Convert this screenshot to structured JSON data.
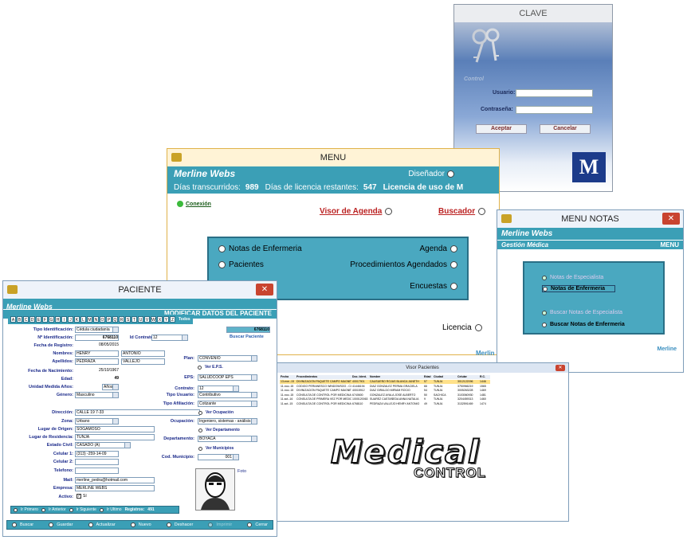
{
  "clave": {
    "title": "CLAVE",
    "control": "Control",
    "usuario_label": "Usuario:",
    "contrasena_label": "Contraseña:",
    "aceptar": "Aceptar",
    "cancelar": "Cancelar",
    "logo_letter": "M"
  },
  "menu": {
    "title": "MENU",
    "brand": "Merline Webs",
    "disenador": "Diseñador",
    "dias_label": "Días transcurridos:",
    "dias_value": "989",
    "licencia_label": "Días de licencia restantes:",
    "licencia_value": "547",
    "licencia_uso": "Licencia de uso de M",
    "conexion": "Conexión",
    "visor_agenda": "Visor de Agenda",
    "buscador": "Buscador",
    "notas_enfermeria": "Notas de Enfermeria",
    "agenda": "Agenda",
    "pacientes": "Pacientes",
    "procedimientos": "Procedimientos Agendados",
    "encuestas": "Encuestas",
    "licencia": "Licencia",
    "merline": "Merlin"
  },
  "notas": {
    "title": "MENU NOTAS",
    "brand": "Merline Webs",
    "gestion": "Gestión Médica",
    "menu": "MENU",
    "items": [
      "Notas de Especialista",
      "Notas de Enfermeria",
      "Buscar Notas de Especialista",
      "Buscar Notas de Enfermeria"
    ],
    "footer": "Merline"
  },
  "paciente": {
    "title": "PACIENTE",
    "brand": "Merline Webs",
    "heading": "MODIFICAR DATOS DEL PACIENTE",
    "letters": [
      "A",
      "B",
      "C",
      "D",
      "E",
      "F",
      "G",
      "H",
      "I",
      "J",
      "K",
      "L",
      "M",
      "N",
      "O",
      "P",
      "Q",
      "R",
      "S",
      "T",
      "U",
      "V",
      "W",
      "X",
      "Y",
      "Z"
    ],
    "todos": "Todos",
    "id_value": "6768110",
    "buscar": "Buscar Paciente",
    "f_tipo_id": "Tipo Identificación:",
    "v_tipo_id": "Cédula ciudadanía",
    "f_num_id": "Nº Identificación:",
    "v_num_id": "6768110",
    "f_id_contrato": "Id Contrato:",
    "v_id_contrato": "12",
    "f_fecha_reg": "Fecha de Registro:",
    "v_fecha_reg": "08/05/2015",
    "f_nombres": "Nombres:",
    "v_nombre1": "HENRY",
    "v_nombre2": "ANTONIO",
    "f_apellidos": "Apellidos:",
    "v_apellido1": "PEDRAZA",
    "v_apellido2": "VALLEJO",
    "f_plan": "Plan:",
    "v_plan": "CONVENIO",
    "ver_eps": "Ver E.P.S.",
    "f_fecha_nac": "Fecha de Nacimiento:",
    "v_fecha_nac": "25/10/1967",
    "f_eps": "EPS:",
    "v_eps": "SALUDCOOP EPS",
    "f_edad": "Edad:",
    "v_edad": "49",
    "f_unidad": "Unidad Medida Años:",
    "v_unidad": "Años",
    "f_contrato": "Contrato:",
    "v_contrato": "12",
    "f_genero": "Género:",
    "v_genero": "Masculino",
    "f_tipo_usuario": "Tipo Usuario:",
    "v_tipo_usuario": "Contributivo",
    "f_tipo_afil": "Tipo Afiliación:",
    "v_tipo_afil": "Cotizante",
    "f_direccion": "Dirección:",
    "v_direccion": "CALLE 19 7-33",
    "ver_ocupacion": "Ver Ocupación",
    "f_zona": "Zona:",
    "v_zona": "Urbano",
    "f_ocupacion": "Ocupación:",
    "v_ocupacion": "Ingeniero, sistemas - análisis",
    "f_lugar_origen": "Lugar de Origen:",
    "v_lugar_origen": "SOGAMOSO",
    "ver_departamento": "Ver Departamento",
    "f_lugar_res": "Lugar de Residencia:",
    "v_lugar_res": "TUNJA",
    "f_departamento": "Departamento:",
    "v_departamento": "BOYACA",
    "f_estado_civil": "Estado Civil:",
    "v_estado_civil": "CASADO (A)",
    "ver_municipios": "Ver Municipios",
    "f_celular1": "Celular 1:",
    "v_celular1": "(313) -259-14-09",
    "f_cod_mun": "Cod. Municipio:",
    "v_cod_mun": "001",
    "f_celular2": "Celular 2:",
    "f_telefono": "Telefono:",
    "foto": "Foto",
    "f_mail": "Mail:",
    "v_mail": "merline_pedra@hotmail.com",
    "f_empresa": "Empresa:",
    "v_empresa": "MERLINE WEBS",
    "f_activo": "Activo:",
    "v_activo": "Sí",
    "nav": {
      "primero": "Ir Primero",
      "anterior": "Ir Anterior",
      "siguiente": "Ir Siguiente",
      "ultimo": "Ir Ultimo",
      "registros": "Registros:",
      "registros_val": "491"
    },
    "actions": [
      "Buscar",
      "Guardar",
      "Actualizar",
      "Nuevo",
      "Deshacer",
      "Imprimir",
      "Cerrar"
    ]
  },
  "visor": {
    "title": "Visor Pacientes",
    "columns": [
      "Fecha",
      "Procedimientos",
      "Doc. Ident.",
      "Nombre",
      "Edad",
      "Ciudad",
      "Celular",
      "R.C."
    ],
    "rows": [
      [
        "13-ene.-15",
        "DIVINIZACIÓN PAQUETE CAMPO MAGNÉTICO",
        "40017901",
        "CAUSUEÑO ROJAS BLANCA JANETH",
        "57",
        "TUNJA",
        "3012122096",
        "1446"
      ],
      [
        "11-nov.-15",
        "CODIGO PERIANESCO WINDOWSOO - CONV",
        "41446194",
        "DIAZ GONZALEZ PERMA GRACIELA",
        "66",
        "TUNJA",
        "3750966219",
        "1565"
      ],
      [
        "11-nov.-15",
        "DIVINIZACIÓN PAQUETE CAMPO MAGNÉTICO",
        "40015912",
        "DIAZ GIRALDO MIRIAM ROCIO",
        "54",
        "TUNJA",
        "3005263228",
        "1469"
      ],
      [
        "11-nov.-15",
        "CONSULTA DE CONTROL POR MEDICINA ESP",
        "6740600",
        "GONZALEZ AYALA JOSE ALBERTO",
        "50",
        "SACHICA",
        "3103060930",
        "1481"
      ],
      [
        "11-sct.-16",
        "CONSULTA DE PRIMERA VEZ POR MEDICINA",
        "1000120063",
        "SUAREZ CASTAÑEDA ANNA NATALIA",
        "9",
        "TUNJA",
        "3204459313",
        "1460"
      ],
      [
        "11-sct.-15",
        "CONSULTA DE CONTROL POR MEDICINA ESP",
        "6768110",
        "PEDRAZA VALLEJO HENRY ANTONIO",
        "49",
        "TUNJA",
        "3132591469",
        "1474"
      ]
    ],
    "logo_line1": "Medical",
    "logo_line2": "CONTROL"
  }
}
